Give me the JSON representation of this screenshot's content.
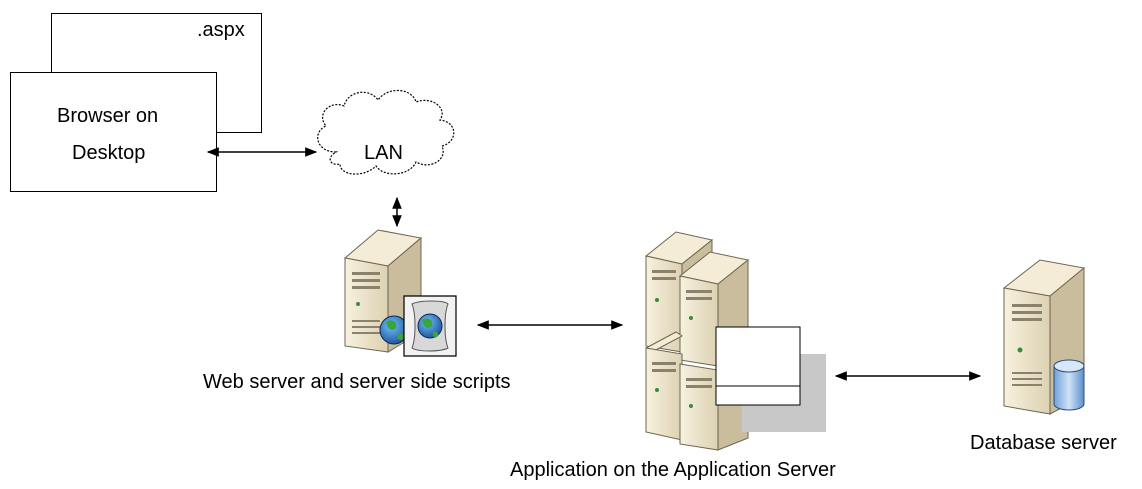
{
  "browser": {
    "file_label": ".aspx",
    "line1": "Browser on",
    "line2": "Desktop"
  },
  "network": {
    "label": "LAN"
  },
  "web_server": {
    "label": "Web server and server side scripts"
  },
  "app_server": {
    "label": "Application on the Application Server"
  },
  "db_server": {
    "label": "Database server"
  },
  "colors": {
    "server_body": "#efe6cf",
    "server_side": "#c9bd9d",
    "server_dark": "#6d6550",
    "shadow": "#c8c8c8",
    "db_blue": "#9ec3ea"
  },
  "icons": [
    "globe-icon",
    "document-icon",
    "database-cylinder-icon"
  ]
}
